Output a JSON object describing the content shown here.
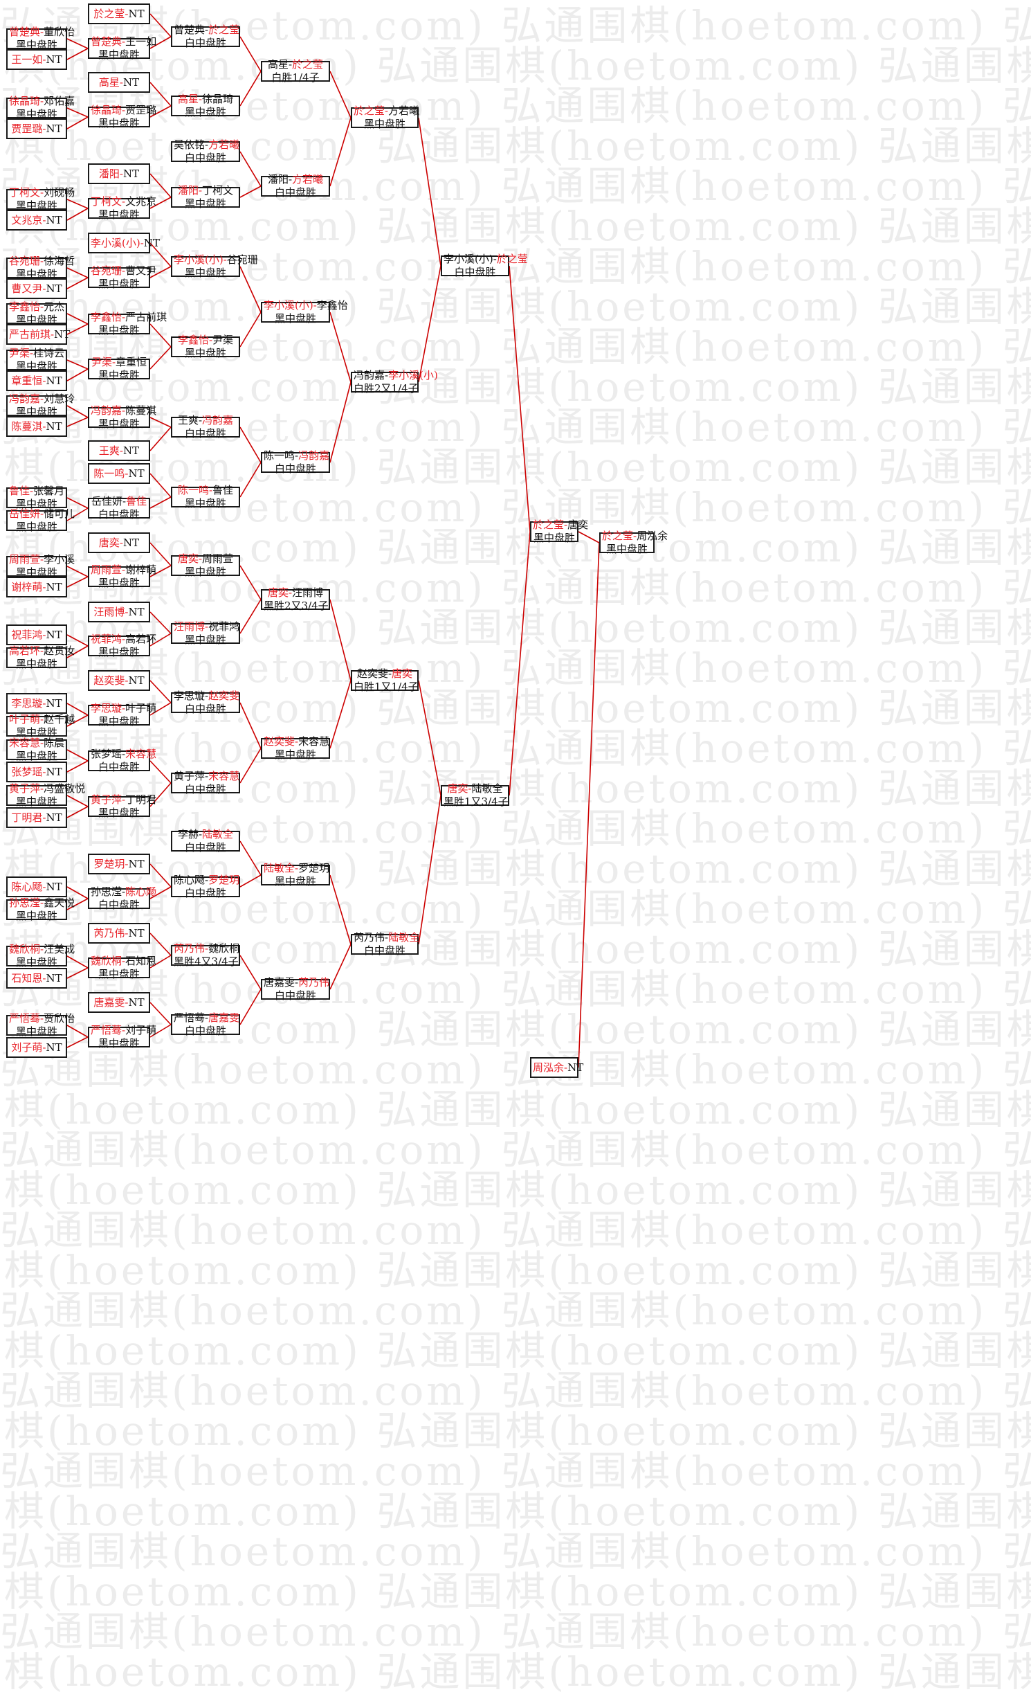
{
  "watermark": "弘通围棋(hoetom.com)",
  "colors": {
    "winner": "#e8232a",
    "line": "#cc0000",
    "border": "#1a1a1a",
    "text": "#111111",
    "watermark": "#ececec"
  },
  "boxes": [
    {
      "id": "b1",
      "p1": "曾楚典",
      "p2": "董欣怡",
      "win": 1,
      "result": "黑中盘胜"
    },
    {
      "id": "b2",
      "p1": "王一如",
      "p2": "NT",
      "win": 1,
      "result": ""
    },
    {
      "id": "b3",
      "p1": "徐晶琦",
      "p2": "邓佑嘉",
      "win": 1,
      "result": "黑中盘胜"
    },
    {
      "id": "b4",
      "p1": "贾罡璐",
      "p2": "NT",
      "win": 1,
      "result": ""
    },
    {
      "id": "b5",
      "p1": "丁柯文",
      "p2": "刘砚畅",
      "win": 1,
      "result": "黑中盘胜"
    },
    {
      "id": "b6",
      "p1": "文兆京",
      "p2": "NT",
      "win": 1,
      "result": ""
    },
    {
      "id": "b7",
      "p1": "谷宛珊",
      "p2": "徐海哲",
      "win": 1,
      "result": "黑中盘胜"
    },
    {
      "id": "b8",
      "p1": "曹又尹",
      "p2": "NT",
      "win": 1,
      "result": ""
    },
    {
      "id": "b9",
      "p1": "李鑫怡",
      "p2": "元杰",
      "win": 1,
      "result": "黑中盘胜"
    },
    {
      "id": "b10",
      "p1": "严古前琪",
      "p2": "NT",
      "win": 1,
      "result": ""
    },
    {
      "id": "b11",
      "p1": "尹渠",
      "p2": "桂诗云",
      "win": 1,
      "result": "黑中盘胜"
    },
    {
      "id": "b12",
      "p1": "章重恒",
      "p2": "NT",
      "win": 1,
      "result": ""
    },
    {
      "id": "b13",
      "p1": "冯韵嘉",
      "p2": "刘慧玲",
      "win": 1,
      "result": "黑中盘胜"
    },
    {
      "id": "b14",
      "p1": "陈蔓淇",
      "p2": "NT",
      "win": 1,
      "result": ""
    },
    {
      "id": "b15",
      "p1": "鲁佳",
      "p2": "张馨月",
      "win": 1,
      "result": "黑中盘胜"
    },
    {
      "id": "b16",
      "p1": "岳佳妍",
      "p2": "储可儿",
      "win": 1,
      "result": "黑中盘胜"
    },
    {
      "id": "b17",
      "p1": "周雨萱",
      "p2": "李小溪",
      "win": 1,
      "result": "黑中盘胜"
    },
    {
      "id": "b18",
      "p1": "谢梓萌",
      "p2": "NT",
      "win": 1,
      "result": ""
    },
    {
      "id": "b19",
      "p1": "祝菲鸿",
      "p2": "NT",
      "win": 1,
      "result": ""
    },
    {
      "id": "b20",
      "p1": "高若环",
      "p2": "赵贯汝",
      "win": 1,
      "result": "黑中盘胜"
    },
    {
      "id": "b21",
      "p1": "李思璇",
      "p2": "NT",
      "win": 1,
      "result": ""
    },
    {
      "id": "b22",
      "p1": "叶子萌",
      "p2": "赵千越",
      "win": 1,
      "result": "黑中盘胜"
    },
    {
      "id": "b23",
      "p1": "宋容慧",
      "p2": "陈晨",
      "win": 1,
      "result": "黑中盘胜"
    },
    {
      "id": "b24",
      "p1": "张梦瑶",
      "p2": "NT",
      "win": 1,
      "result": ""
    },
    {
      "id": "b25",
      "p1": "黄子萍",
      "p2": "冯盛敬悦",
      "win": 1,
      "result": "黑中盘胜"
    },
    {
      "id": "b26",
      "p1": "丁明君",
      "p2": "NT",
      "win": 1,
      "result": ""
    },
    {
      "id": "b27",
      "p1": "陈心飏",
      "p2": "NT",
      "win": 1,
      "result": ""
    },
    {
      "id": "b28",
      "p1": "孙思滢",
      "p2": "鑫天悦",
      "win": 1,
      "result": "黑中盘胜"
    },
    {
      "id": "b29",
      "p1": "魏欣桐",
      "p2": "汪美成",
      "win": 1,
      "result": "黑中盘胜"
    },
    {
      "id": "b30",
      "p1": "石知恩",
      "p2": "NT",
      "win": 1,
      "result": ""
    },
    {
      "id": "b31",
      "p1": "严悟蓦",
      "p2": "贾欣怡",
      "win": 1,
      "result": "黑中盘胜"
    },
    {
      "id": "b32",
      "p1": "刘子萌",
      "p2": "NT",
      "win": 1,
      "result": ""
    },
    {
      "id": "c1",
      "p1": "於之莹",
      "p2": "NT",
      "win": 1,
      "result": ""
    },
    {
      "id": "c2",
      "p1": "曾楚典",
      "p2": "王一如",
      "win": 1,
      "result": "黑中盘胜"
    },
    {
      "id": "c3",
      "p1": "高星",
      "p2": "NT",
      "win": 1,
      "result": ""
    },
    {
      "id": "c4",
      "p1": "徐晶琦",
      "p2": "贾罡璐",
      "win": 1,
      "result": "黑中盘胜"
    },
    {
      "id": "c5",
      "p1": "潘阳",
      "p2": "NT",
      "win": 1,
      "result": ""
    },
    {
      "id": "c6",
      "p1": "丁柯文",
      "p2": "文兆京",
      "win": 1,
      "result": "黑中盘胜"
    },
    {
      "id": "c7",
      "p1": "李小溪(小)",
      "p2": "NT",
      "win": 1,
      "result": ""
    },
    {
      "id": "c8",
      "p1": "谷宛珊",
      "p2": "曹又尹",
      "win": 1,
      "result": "黑中盘胜"
    },
    {
      "id": "c9",
      "p1": "李鑫怡",
      "p2": "严古前琪",
      "win": 1,
      "result": "黑中盘胜"
    },
    {
      "id": "c10",
      "p1": "尹渠",
      "p2": "章重恒",
      "win": 1,
      "result": "黑中盘胜"
    },
    {
      "id": "c11",
      "p1": "冯韵嘉",
      "p2": "陈蔓淇",
      "win": 1,
      "result": "黑中盘胜"
    },
    {
      "id": "c12",
      "p1": "王爽",
      "p2": "NT",
      "win": 1,
      "result": ""
    },
    {
      "id": "c13",
      "p1": "陈一鸣",
      "p2": "NT",
      "win": 1,
      "result": ""
    },
    {
      "id": "c14",
      "p1": "岳佳妍",
      "p2": "鲁佳",
      "win": 2,
      "result": "白中盘胜"
    },
    {
      "id": "c15",
      "p1": "唐奕",
      "p2": "NT",
      "win": 1,
      "result": ""
    },
    {
      "id": "c16",
      "p1": "周雨萱",
      "p2": "谢梓萌",
      "win": 1,
      "result": "黑中盘胜"
    },
    {
      "id": "c17",
      "p1": "汪雨博",
      "p2": "NT",
      "win": 1,
      "result": ""
    },
    {
      "id": "c18",
      "p1": "祝菲鸿",
      "p2": "高若环",
      "win": 1,
      "result": "黑中盘胜"
    },
    {
      "id": "c19",
      "p1": "赵奕斐",
      "p2": "NT",
      "win": 1,
      "result": ""
    },
    {
      "id": "c20",
      "p1": "李思璇",
      "p2": "叶子萌",
      "win": 1,
      "result": "黑中盘胜"
    },
    {
      "id": "c21",
      "p1": "张梦瑶",
      "p2": "宋容慧",
      "win": 2,
      "result": "白中盘胜"
    },
    {
      "id": "c22",
      "p1": "黄子萍",
      "p2": "丁明君",
      "win": 1,
      "result": "黑中盘胜"
    },
    {
      "id": "c23",
      "p1": "罗楚玥",
      "p2": "NT",
      "win": 1,
      "result": ""
    },
    {
      "id": "c24",
      "p1": "孙思滢",
      "p2": "陈心飏",
      "win": 2,
      "result": "白中盘胜"
    },
    {
      "id": "c25",
      "p1": "芮乃伟",
      "p2": "NT",
      "win": 1,
      "result": ""
    },
    {
      "id": "c26",
      "p1": "魏欣桐",
      "p2": "石知恩",
      "win": 1,
      "result": "黑中盘胜"
    },
    {
      "id": "c27",
      "p1": "唐嘉雯",
      "p2": "NT",
      "win": 1,
      "result": ""
    },
    {
      "id": "c28",
      "p1": "严悟蓦",
      "p2": "刘子萌",
      "win": 1,
      "result": "黑中盘胜"
    },
    {
      "id": "d1",
      "p1": "曾楚典",
      "p2": "於之莹",
      "win": 2,
      "result": "白中盘胜"
    },
    {
      "id": "d2",
      "p1": "高星",
      "p2": "徐晶琦",
      "win": 1,
      "result": "黑中盘胜"
    },
    {
      "id": "d3",
      "p1": "吴依铭",
      "p2": "方若曦",
      "win": 2,
      "result": "白中盘胜"
    },
    {
      "id": "d4",
      "p1": "潘阳",
      "p2": "丁柯文",
      "win": 1,
      "result": "黑中盘胜"
    },
    {
      "id": "d5",
      "p1": "李小溪(小)",
      "p2": "谷宛珊",
      "win": 1,
      "result": "黑中盘胜"
    },
    {
      "id": "d6",
      "p1": "李鑫怡",
      "p2": "尹渠",
      "win": 1,
      "result": "黑中盘胜"
    },
    {
      "id": "d7",
      "p1": "王爽",
      "p2": "冯韵嘉",
      "win": 2,
      "result": "白中盘胜"
    },
    {
      "id": "d8",
      "p1": "陈一鸣",
      "p2": "鲁佳",
      "win": 1,
      "result": "黑中盘胜"
    },
    {
      "id": "d9",
      "p1": "唐奕",
      "p2": "周雨萱",
      "win": 1,
      "result": "黑中盘胜"
    },
    {
      "id": "d10",
      "p1": "汪雨博",
      "p2": "祝菲鸿",
      "win": 1,
      "result": "黑中盘胜"
    },
    {
      "id": "d11",
      "p1": "李思璇",
      "p2": "赵奕斐",
      "win": 2,
      "result": "白中盘胜"
    },
    {
      "id": "d12",
      "p1": "黄子萍",
      "p2": "宋容慧",
      "win": 2,
      "result": "白中盘胜"
    },
    {
      "id": "d13",
      "p1": "李赫",
      "p2": "陆敏全",
      "win": 2,
      "result": "白中盘胜"
    },
    {
      "id": "d14",
      "p1": "陈心飏",
      "p2": "罗楚玥",
      "win": 2,
      "result": "白中盘胜"
    },
    {
      "id": "d15",
      "p1": "芮乃伟",
      "p2": "魏欣桐",
      "win": 1,
      "result": "黑胜4又3/4子"
    },
    {
      "id": "d16",
      "p1": "严悟蓦",
      "p2": "唐嘉雯",
      "win": 2,
      "result": "白中盘胜"
    },
    {
      "id": "e1",
      "p1": "高星",
      "p2": "於之莹",
      "win": 2,
      "result": "白胜1/4子"
    },
    {
      "id": "e2",
      "p1": "潘阳",
      "p2": "方若曦",
      "win": 2,
      "result": "白中盘胜"
    },
    {
      "id": "e3",
      "p1": "李小溪(小)",
      "p2": "李鑫怡",
      "win": 1,
      "result": "黑中盘胜"
    },
    {
      "id": "e4",
      "p1": "陈一鸣",
      "p2": "冯韵嘉",
      "win": 2,
      "result": "白中盘胜"
    },
    {
      "id": "e5",
      "p1": "唐奕",
      "p2": "汪雨博",
      "win": 1,
      "result": "黑胜2又3/4子"
    },
    {
      "id": "e6",
      "p1": "赵奕斐",
      "p2": "宋容慧",
      "win": 1,
      "result": "黑中盘胜"
    },
    {
      "id": "e7",
      "p1": "陆敏全",
      "p2": "罗楚玥",
      "win": 1,
      "result": "黑中盘胜"
    },
    {
      "id": "e8",
      "p1": "唐嘉雯",
      "p2": "芮乃伟",
      "win": 2,
      "result": "白中盘胜"
    },
    {
      "id": "f1",
      "p1": "於之莹",
      "p2": "方若曦",
      "win": 1,
      "result": "黑中盘胜"
    },
    {
      "id": "f2",
      "p1": "冯韵嘉",
      "p2": "李小溪(小)",
      "win": 2,
      "result": "白胜2又1/4子"
    },
    {
      "id": "f3",
      "p1": "赵奕斐",
      "p2": "唐奕",
      "win": 2,
      "result": "白胜1又1/4子"
    },
    {
      "id": "f4",
      "p1": "芮乃伟",
      "p2": "陆敏全",
      "win": 2,
      "result": "白中盘胜"
    },
    {
      "id": "g1",
      "p1": "李小溪(小)",
      "p2": "於之莹",
      "win": 2,
      "result": "白中盘胜"
    },
    {
      "id": "g2",
      "p1": "唐奕",
      "p2": "陆敏全",
      "win": 1,
      "result": "黑胜1又3/4子"
    },
    {
      "id": "h1",
      "p1": "於之莹",
      "p2": "唐奕",
      "win": 1,
      "result": "黑中盘胜"
    },
    {
      "id": "h2",
      "p1": "周泓余",
      "p2": "NT",
      "win": 1,
      "result": ""
    },
    {
      "id": "i1",
      "p1": "於之莹",
      "p2": "周泓余",
      "win": 1,
      "result": "黑中盘胜"
    }
  ]
}
